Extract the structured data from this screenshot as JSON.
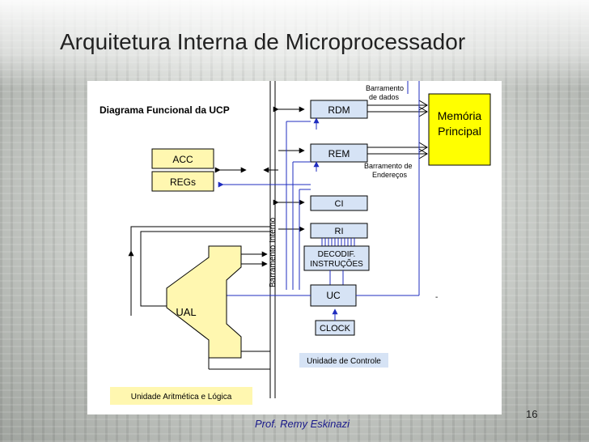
{
  "slide": {
    "title": "Arquitetura Interna de Microprocessador",
    "footer": "Prof. Remy Eskinazi",
    "page_number": "16"
  },
  "diagram": {
    "heading": "Diagrama Funcional da UCP",
    "blocks": {
      "rdm": "RDM",
      "rem": "REM",
      "memoria_line1": "Memória",
      "memoria_line2": "Principal",
      "acc": "ACC",
      "regs": "REGs",
      "ci": "CI",
      "ri": "RI",
      "decodif_line1": "DECODIF.",
      "decodif_line2": "INSTRUÇÕES",
      "uc": "UC",
      "clock": "CLOCK",
      "ual": "UAL"
    },
    "labels": {
      "bus_data_line1": "Barramento",
      "bus_data_line2": "de dados",
      "bus_addr_line1": "Barramento de",
      "bus_addr_line2": "Endereços",
      "bus_internal": "Barramento   Interno",
      "unidade_controle": "Unidade de Controle",
      "unidade_ula": "Unidade Aritmética e Lógica",
      "dash": "-"
    },
    "colors": {
      "accent_yellow": "#ffff00",
      "pale_yellow": "#fff7b0",
      "block_blue": "#d6e3f5",
      "control_blue": "#1f2dbf"
    }
  }
}
